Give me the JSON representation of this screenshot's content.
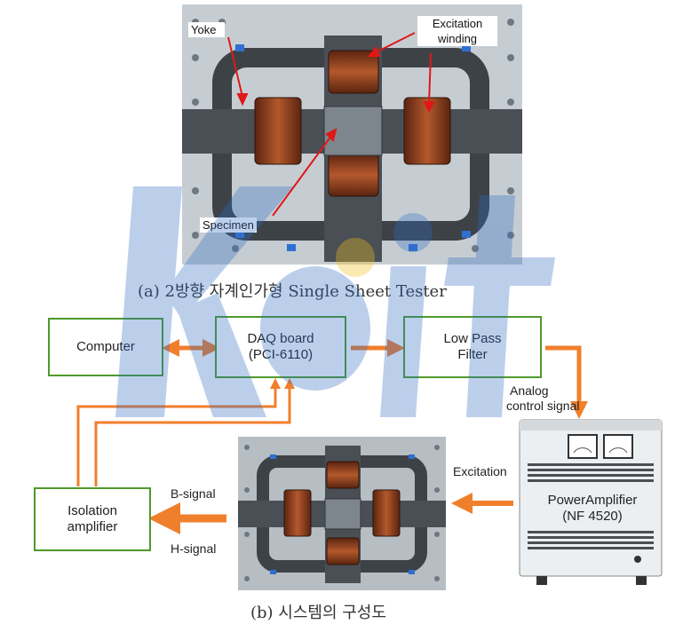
{
  "top_photo": {
    "labels": {
      "yoke": "Yoke",
      "excitation_winding_line1": "Excitation",
      "excitation_winding_line2": "winding",
      "specimen": "Specimen"
    }
  },
  "caption_a": "(a) 2방향 자계인가형 Single Sheet Tester",
  "caption_b": "(b) 시스템의 구성도",
  "blocks": {
    "computer": "Computer",
    "daq_line1": "DAQ board",
    "daq_line2": "(PCI-6110)",
    "lpf_line1": "Low Pass",
    "lpf_line2": "Filter",
    "iso_line1": "Isolation",
    "iso_line2": "amplifier"
  },
  "signals": {
    "analog_line1": "Analog",
    "analog_line2": "control signal",
    "excitation": "Excitation",
    "b_signal": "B-signal",
    "h_signal": "H-signal"
  },
  "power_amplifier": {
    "line1": "PowerAmplifier",
    "line2": "(NF 4520)"
  },
  "colors": {
    "block_border": "#4e9a2a",
    "arrow": "#f07f2c",
    "watermark": "#2f6cc4"
  }
}
